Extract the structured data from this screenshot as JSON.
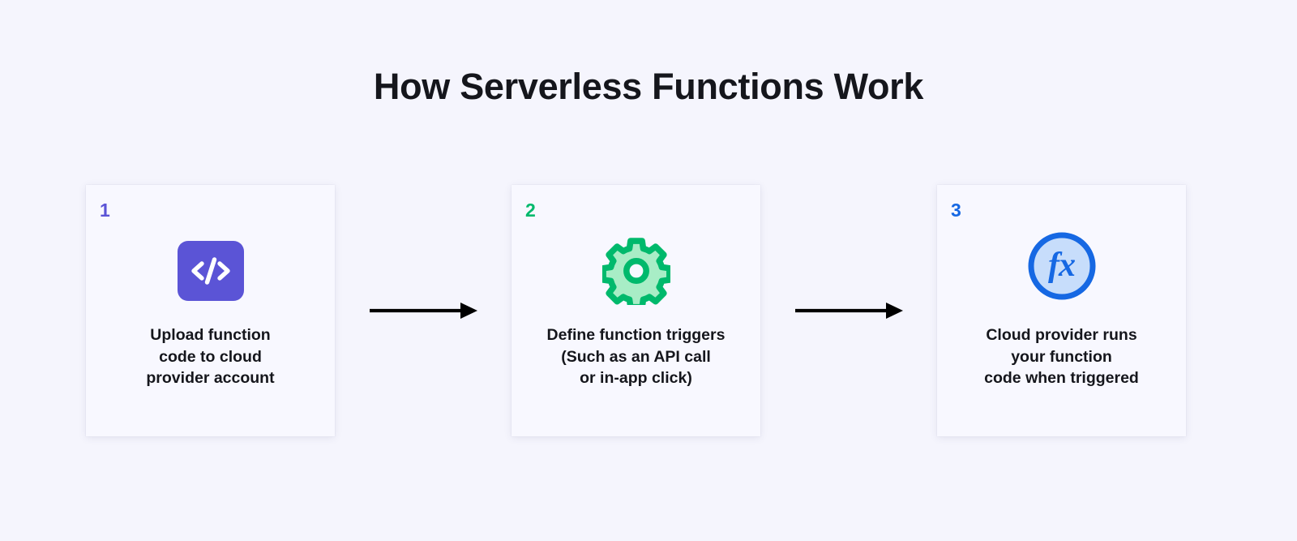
{
  "page": {
    "background_color": "#f5f5fd",
    "title": "How Serverless Functions Work"
  },
  "diagram": {
    "type": "process-flow",
    "orientation": "horizontal",
    "step_count": 3,
    "connector": {
      "icon": "arrow-right-icon",
      "color": "#000000",
      "label": ""
    },
    "steps": [
      {
        "number": "1",
        "number_color": "#5b54d6",
        "icon": "code-brackets-icon",
        "icon_glyph": "</>",
        "icon_background_color": "#5b54d6",
        "icon_foreground_color": "#ffffff",
        "text": "Upload function\ncode to cloud\nprovider account"
      },
      {
        "number": "2",
        "number_color": "#00b96c",
        "icon": "gear-icon",
        "icon_glyph": "",
        "icon_background_color": "#a8edc6",
        "icon_foreground_color": "#00b96c",
        "text": "Define function triggers\n(Such as an API call\nor in-app click)"
      },
      {
        "number": "3",
        "number_color": "#1668e3",
        "icon": "function-fx-circle-icon",
        "icon_glyph": "fx",
        "icon_background_color": "#c7ddfb",
        "icon_foreground_color": "#1668e3",
        "text": "Cloud provider runs\nyour function\ncode when triggered"
      }
    ]
  }
}
